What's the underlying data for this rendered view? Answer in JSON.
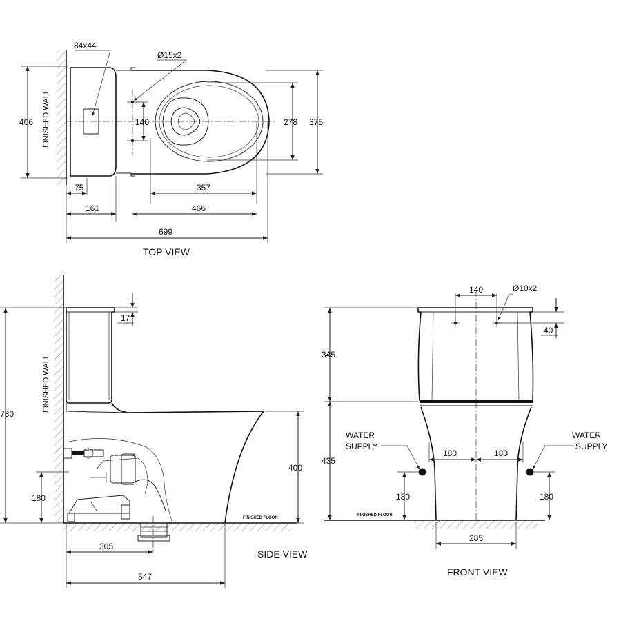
{
  "top_view": {
    "title": "TOP VIEW",
    "wall_label": "FINISHED WALL",
    "dims": {
      "tank_hole": "84x44",
      "holes": "Ø15x2",
      "depth_total": "406",
      "hole_spacing": "140",
      "bowl_inner": "278",
      "bowl_outer": "375",
      "d75": "75",
      "d161": "161",
      "d357": "357",
      "d466": "466",
      "d699": "699"
    }
  },
  "side_view": {
    "title": "SIDE VIEW",
    "wall_label": "FINISHED WALL",
    "floor_label": "FINISHED FLOOR",
    "dims": {
      "lid": "17",
      "height_total": "780",
      "seat_height": "400",
      "inlet_height": "180",
      "outlet": "305",
      "length": "547"
    }
  },
  "front_view": {
    "title": "FRONT VIEW",
    "floor_label": "FINISHED FLOOR",
    "water_supply_left": [
      "WATER",
      "SUPPLY"
    ],
    "water_supply_right": [
      "WATER",
      "SUPPLY"
    ],
    "dims": {
      "hole_spacing": "140",
      "holes": "Ø10x2",
      "hole_offset": "40",
      "tank_height": "345",
      "base_height": "435",
      "supply_left": "180",
      "supply_right": "180",
      "supply_height_left": "180",
      "supply_height_right": "180",
      "base_width": "285"
    }
  }
}
